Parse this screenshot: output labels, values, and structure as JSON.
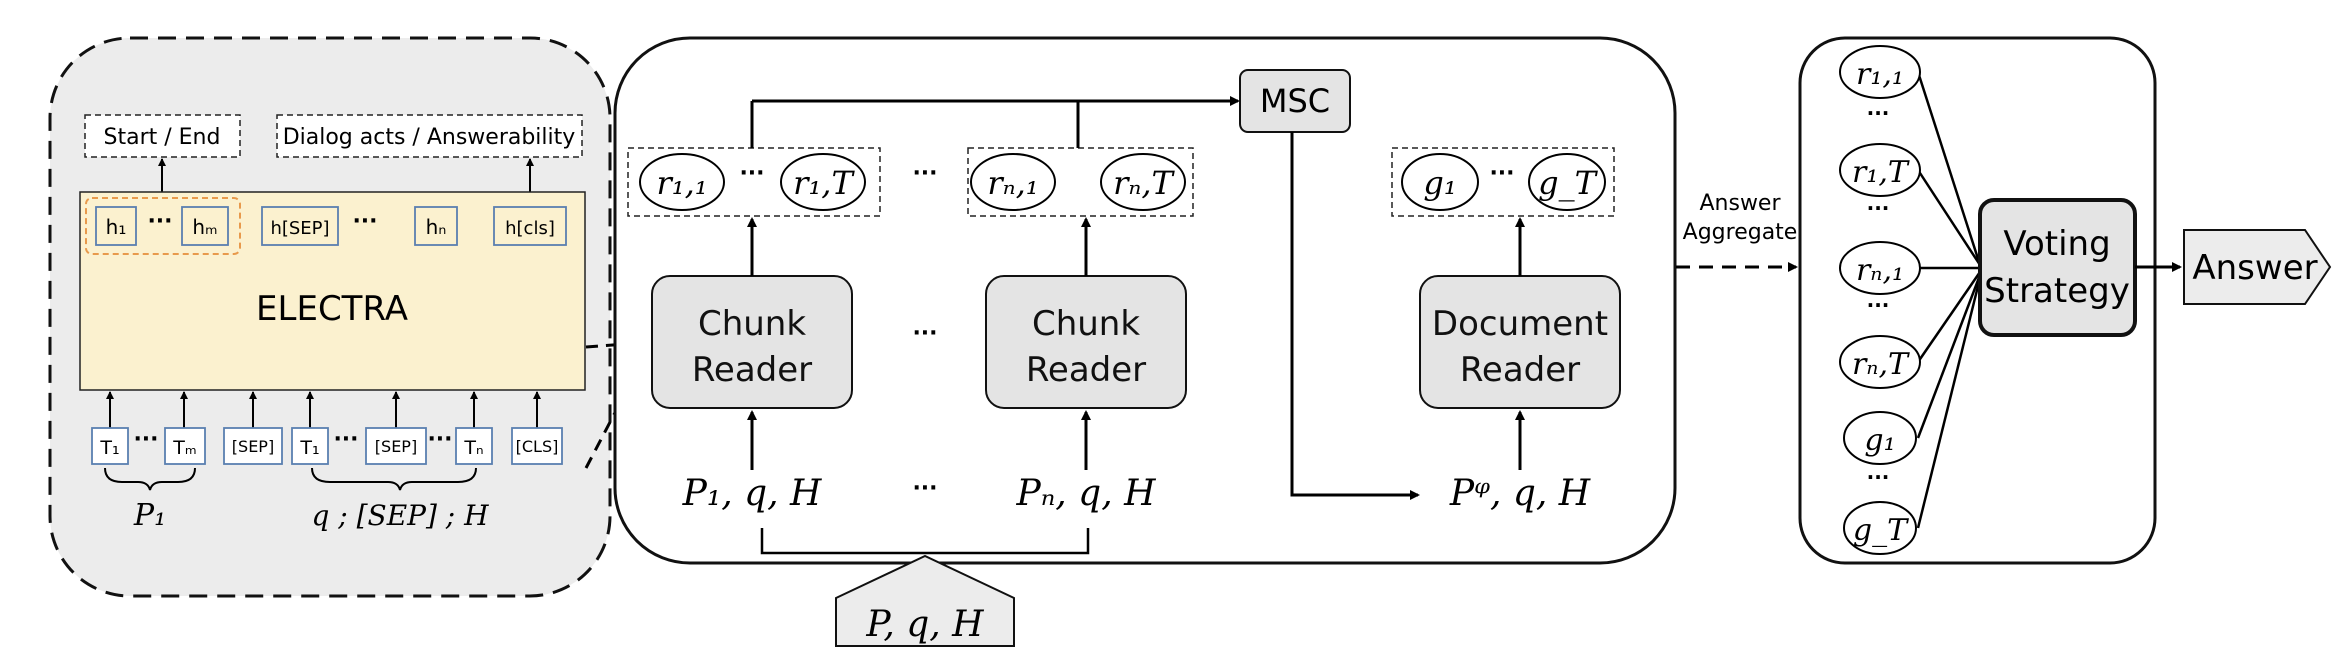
{
  "electra_panel": {
    "model_name": "ELECTRA",
    "head_start_end": "Start / End",
    "head_dialog_acts": "Dialog acts / Answerability",
    "hidden_tokens": [
      "h₁",
      "hₘ",
      "h[SEP]",
      "hₙ",
      "h[cls]"
    ],
    "hidden_ellipsis": "···",
    "input_tokens": [
      "T₁",
      "Tₘ",
      "[SEP]",
      "T₁",
      "[SEP]",
      "Tₙ",
      "[CLS]"
    ],
    "input_ellipsis": "···",
    "group_p1": "P₁",
    "group_query": "q ; [SEP] ; H"
  },
  "readers_panel": {
    "chunk_reader_label": "Chunk Reader",
    "document_reader_label": "Document Reader",
    "msc_label": "MSC",
    "chunk_outputs_first": [
      "r₁,₁",
      "r₁,T"
    ],
    "chunk_outputs_last": [
      "rₙ,₁",
      "rₙ,T"
    ],
    "document_outputs": [
      "g₁",
      "g_T"
    ],
    "input_first": "P₁, q, H",
    "input_last": "Pₙ, q, H",
    "input_document": "Pᵠ, q, H",
    "shared_input": "P, q, H",
    "ellipsis": "···"
  },
  "aggregate_label": [
    "Answer",
    "Aggregate"
  ],
  "voting_panel": {
    "candidates": [
      "r₁,₁",
      "r₁,T",
      "rₙ,₁",
      "rₙ,T",
      "g₁",
      "g_T"
    ],
    "strategy_label": [
      "Voting",
      "Strategy"
    ],
    "answer_label": "Answer",
    "ellipsis": "···"
  },
  "colors": {
    "electra_panel_fill": "#ececec",
    "electra_box_fill": "#fbf1cf",
    "reader_fill": "#e4e4e4",
    "highlight_dash": "#e89a4c",
    "token_border": "#5a7fb0"
  }
}
